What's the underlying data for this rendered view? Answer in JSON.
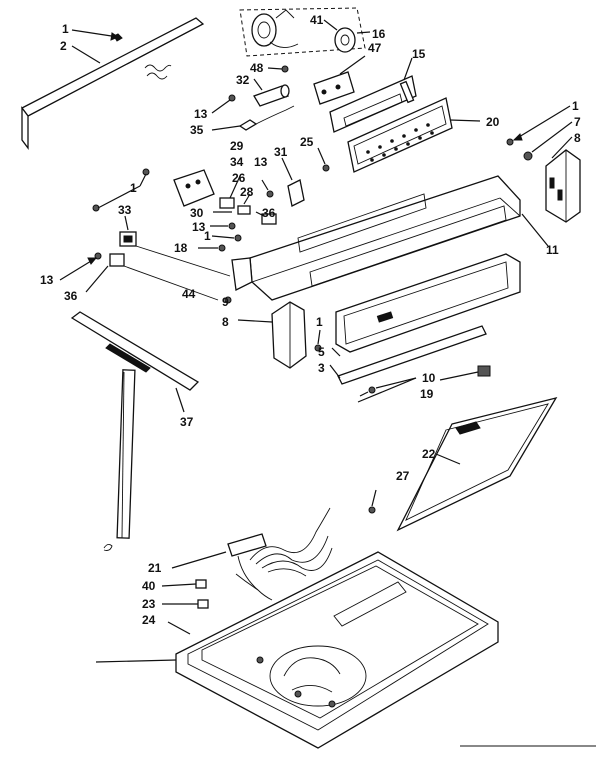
{
  "callouts": {
    "c1": "1",
    "c2": "2",
    "c41": "41",
    "c16": "16",
    "c47": "47",
    "c48": "48",
    "c32": "32",
    "c15": "15",
    "c13a": "13",
    "c35": "35",
    "c20": "20",
    "c1b": "1",
    "c7": "7",
    "c8": "8",
    "c25": "25",
    "c29": "29",
    "c34": "34",
    "c13b": "13",
    "c31": "31",
    "c26": "26",
    "c28": "28",
    "c1c": "1",
    "c33": "33",
    "c30": "30",
    "c36a": "36",
    "c13c": "13",
    "c1d": "1",
    "c18": "18",
    "c11": "11",
    "c13d": "13",
    "c36b": "36",
    "c44": "44",
    "c9": "9",
    "c8b": "8",
    "c1e": "1",
    "c5": "5",
    "c10": "10",
    "c3": "3",
    "c19": "19",
    "c37": "37",
    "c22": "22",
    "c27": "27",
    "c21": "21",
    "c40": "40",
    "c23": "23",
    "c24": "24"
  },
  "colors": {
    "ink": "#111111",
    "paper": "#ffffff"
  }
}
